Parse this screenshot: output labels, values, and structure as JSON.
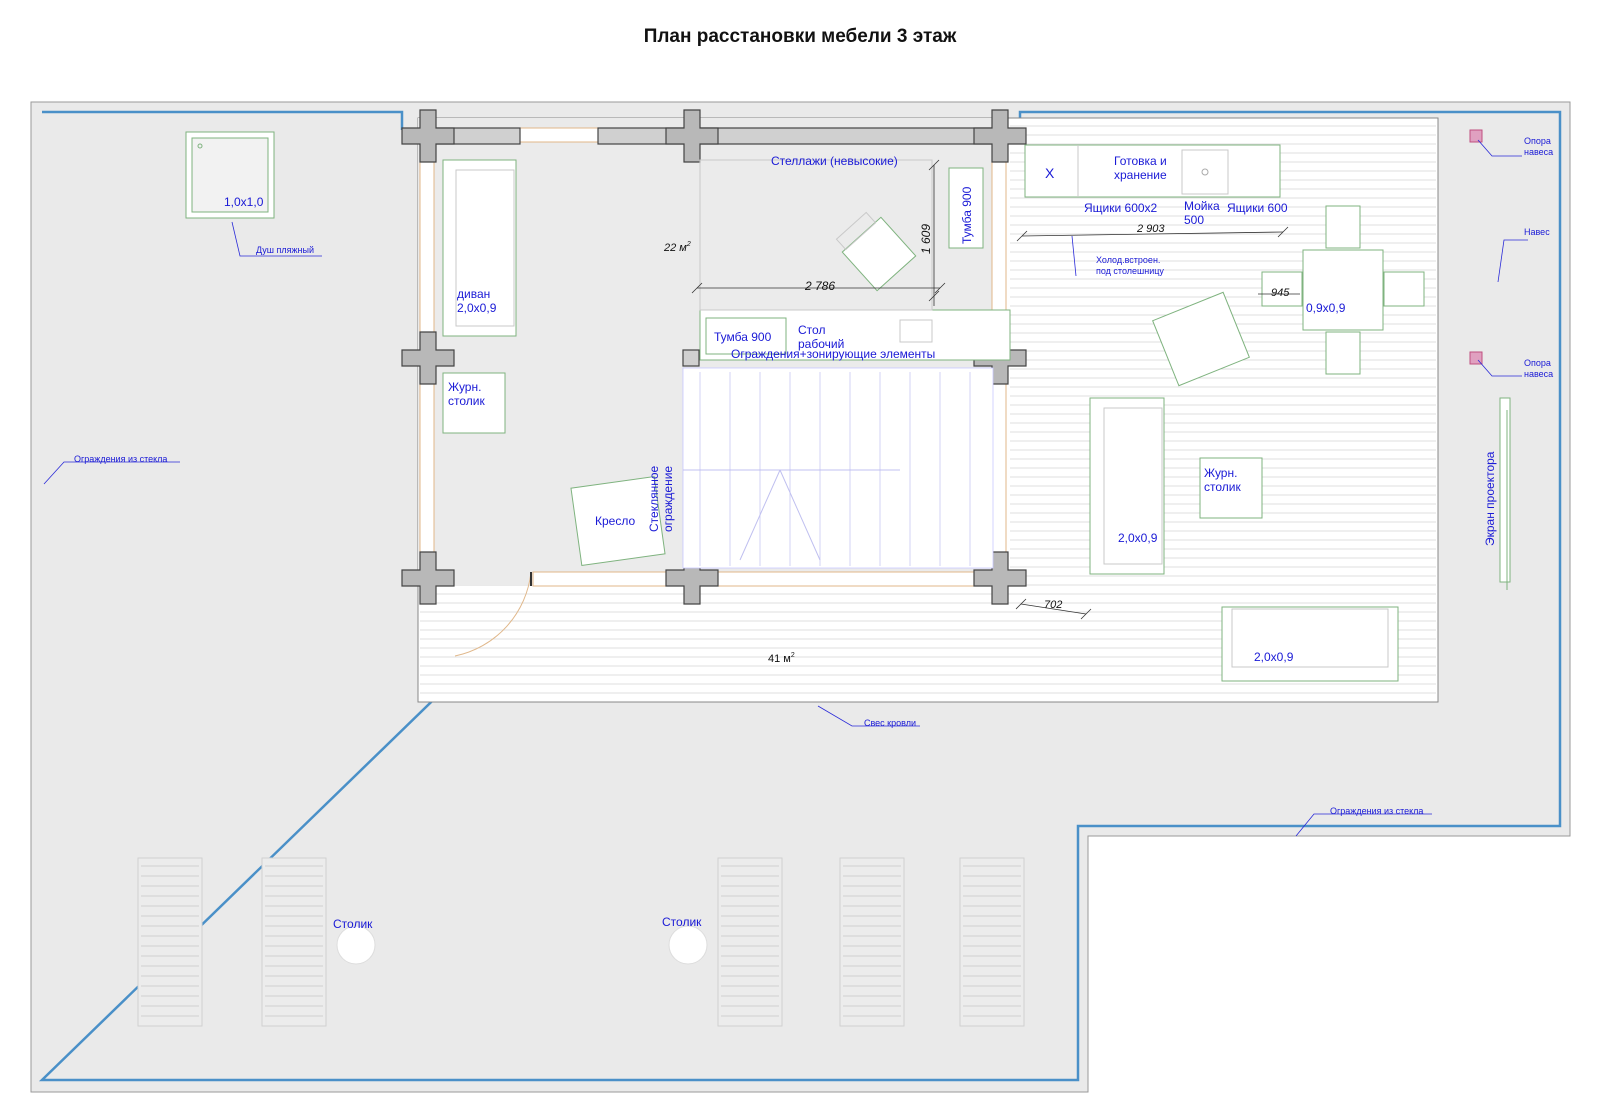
{
  "title": "План расстановки мебели 3 этаж",
  "rooms": {
    "area_inner": "22 м",
    "area_deck": "41 м",
    "area_sup": "2"
  },
  "dimensions": {
    "d_2786": "2 786",
    "d_1609": "1 609",
    "d_2903": "2 903",
    "d_945": "945",
    "d_702": "702"
  },
  "furniture": {
    "shower_size": "1,0х1,0",
    "shower_label": "Душ пляжный",
    "shelves": "Стеллажи (невысокие)",
    "tumba_vertical": "Тумба 900",
    "tumba_horizontal": "Тумба 900",
    "desk_line1": "Стол",
    "desk_line2": "рабочий",
    "railing_zoning": "Ограждения+зонирующие элементы",
    "sofa_name": "диван",
    "sofa_size": "2,0х0,9",
    "coffee_table_1_line1": "Журн.",
    "coffee_table_1_line2": "столик",
    "armchair": "Кресло",
    "glass_railing_1": "Стеклянное",
    "glass_railing_2": "ограждение",
    "kitchen_x": "X",
    "cooking_1": "Готовка и",
    "cooking_2": "хранение",
    "drawers_600x2": "Ящики 600х2",
    "sink_1": "Мойка",
    "sink_2": "500",
    "drawers_600": "Ящики 600",
    "fridge_1": "Холод.встроен.",
    "fridge_2": "под столешницу",
    "dining_table": "0,9х0,9",
    "outdoor_sofa_1": "2,0х0,9",
    "outdoor_sofa_2": "2,0х0,9",
    "coffee_table_2_line1": "Журн.",
    "coffee_table_2_line2": "столик",
    "canopy_support_1a": "Опора",
    "canopy_support_1b": "навеса",
    "canopy": "Навес",
    "canopy_support_2a": "Опора",
    "canopy_support_2b": "навеса",
    "projector_screen": "Экран проектора",
    "roof_overhang": "Свес кровли",
    "glass_fence_left": "Ограждения из стекла",
    "glass_fence_right": "Ограждения из стекла",
    "table_small_1": "Столик",
    "table_small_2": "Столик"
  },
  "colors": {
    "label": "#1a1ad6",
    "glass": "#4a90c8",
    "furniture_outline": "#7fb37f"
  }
}
